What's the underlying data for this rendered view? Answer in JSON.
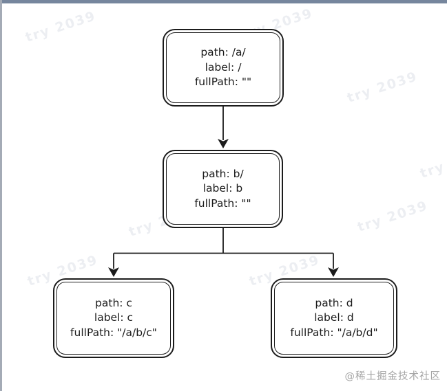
{
  "theme": {
    "page_bg": "#ffffff",
    "page_top_border": "#76869d",
    "page_left_border": "#a4abb6",
    "stroke_color": "#1b1b1b",
    "node_fill": "#ffffff",
    "watermark_color": "#eceef2",
    "attribution_color": "#a5a5a5"
  },
  "watermark": {
    "text": "try 2039"
  },
  "attribution": {
    "text": "@稀土掘金技术社区"
  },
  "diagram": {
    "type": "tree",
    "nodes": [
      {
        "id": "root",
        "lines": [
          "path: /a/",
          "label: /",
          "fullPath: \"\""
        ]
      },
      {
        "id": "b",
        "lines": [
          "path: b/",
          "label: b",
          "fullPath: \"\""
        ]
      },
      {
        "id": "c",
        "lines": [
          "path: c",
          "label: c",
          "fullPath: \"/a/b/c\""
        ]
      },
      {
        "id": "d",
        "lines": [
          "path: d",
          "label: d",
          "fullPath: \"/a/b/d\""
        ]
      }
    ],
    "edges": [
      {
        "from": "root",
        "to": "b"
      },
      {
        "from": "b",
        "to": "c"
      },
      {
        "from": "b",
        "to": "d"
      }
    ]
  }
}
